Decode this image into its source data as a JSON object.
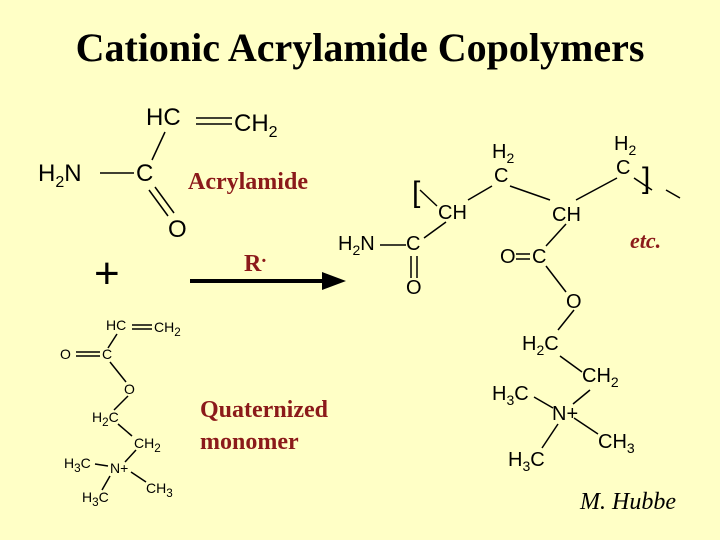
{
  "slide": {
    "title": "Cationic Acrylamide Copolymers",
    "author": "M. Hubbe",
    "accent_color": "#8B1A1A",
    "background_color": "#FFFFC6"
  },
  "acrylamide": {
    "hc": "HC",
    "ch2": "CH",
    "ch2_sub": "2",
    "h2n": "H",
    "h2n_sub": "2",
    "h2n_n": "N",
    "c": "C",
    "o": "O",
    "name": "Acrylamide"
  },
  "reaction": {
    "plus": "+",
    "initiator": "R",
    "radical_dot": ".",
    "arrow": "arrow-right-icon"
  },
  "monomer": {
    "hc": "HC",
    "ch2": "CH",
    "ch2_sub": "2",
    "o_left": "O",
    "c": "C",
    "o_ester": "O",
    "h2c": "H",
    "h2c_sub": "2",
    "h2c_c": "C",
    "ch2b": "CH",
    "ch2b_sub": "2",
    "h3c": "H",
    "h3c_sub": "3",
    "h3c_c": "C",
    "nplus": "N+",
    "ch3": "CH",
    "ch3_sub": "3",
    "h3c2": "H",
    "h3c2_sub": "3",
    "h3c2_c": "C",
    "name_line1": "Quaternized",
    "name_line2": "monomer"
  },
  "polymer": {
    "bracket_open": "[",
    "bracket_close": "]",
    "ch1": "CH",
    "h2_1": "H",
    "h2_1_sub": "2",
    "c1": "C",
    "ch2": "CH",
    "h2_2": "H",
    "h2_2_sub": "2",
    "c2": "C",
    "etc": "etc.",
    "h2n": "H",
    "h2n_sub": "2",
    "h2n_n": "N",
    "amide_c": "C",
    "amide_o": "O",
    "ester_o_double": "O",
    "ester_c": "C",
    "ester_o": "O",
    "h2c": "H",
    "h2c_sub": "2",
    "h2c_c": "C",
    "ch2b": "CH",
    "ch2b_sub": "2",
    "h3c": "H",
    "h3c_sub": "3",
    "h3c_c": "C",
    "nplus": "N+",
    "ch3": "CH",
    "ch3_sub": "3",
    "h3c2": "H",
    "h3c2_sub": "3",
    "h3c2_c": "C"
  }
}
